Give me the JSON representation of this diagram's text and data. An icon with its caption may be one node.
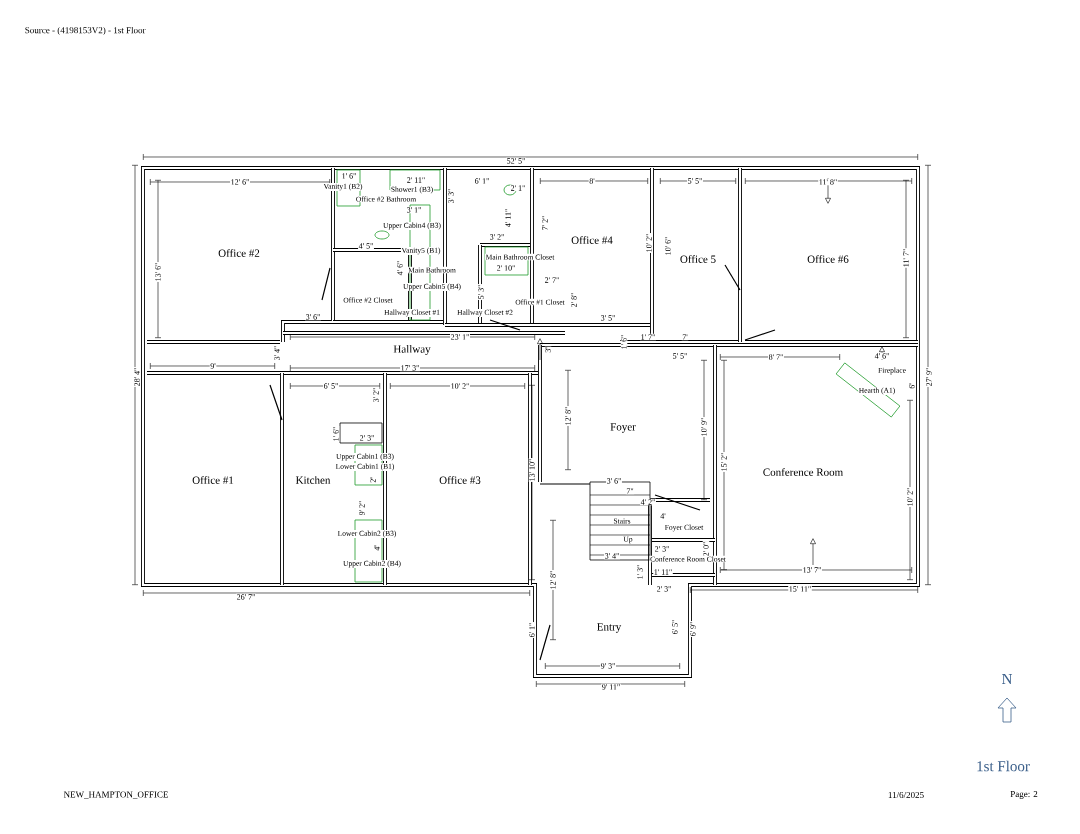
{
  "diagram": {
    "labels": [
      "Source - (4198153V2) - 1st Floor",
      "52' 5\"",
      "12' 6\"",
      "13' 6\"",
      "Office #2",
      "1' 6\"",
      "Vanity1 (B2)",
      "2' 11\"",
      "Shower1 (B3)",
      "Office #2 Bathroom",
      "3' 3\"",
      "3' 1\"",
      "Upper Cabin4 (B3)",
      "4' 5\"",
      "Vanity5 (B1)",
      "Main Bathroom",
      "Office #2 Closet",
      "Upper Cabin5 (B4)",
      "4' 6\"",
      "Hallway Closet #1",
      "3' 6\"",
      "6' 1\"",
      "2' 1\"",
      "4' 11\"",
      "3' 2\"",
      "Main Bathroom Closet",
      "2' 10\"",
      "2' 7\"",
      "5' 3\"",
      "Hallway Closet #2",
      "Office #1 Closet",
      "2' 8\"",
      "3' 5\"",
      "23' 1\"",
      "8'",
      "Office #4",
      "10' 2\"",
      "7' 2\"",
      "5' 5\"",
      "10' 6\"",
      "Office 5",
      "11' 8\"",
      "Office #6",
      "11' 7\"",
      "1' 6\"",
      "1' 7\"",
      "7'",
      "3' 4\"",
      "9'",
      "Hallway",
      "3'",
      "17' 3\"",
      "28' 4\"",
      "27' 9\"",
      "5' 5\"",
      "8' 7\"",
      "4' 6\"",
      "Fireplace",
      "6' 5\"",
      "3' 2\"",
      "10' 2\"",
      "Hearth (A1)",
      "6'",
      "1' 6\"",
      "2' 3\"",
      "12' 8\"",
      "Foyer",
      "10' 9\"",
      "Upper Cabin1 (B3)",
      "Lower Cabin1 (B1)",
      "2'",
      "Conference Room",
      "15' 2\"",
      "Office #1",
      "Kitchen",
      "Office #3",
      "13' 10\"",
      "3' 6\"",
      "7\"",
      "4' 2\"",
      "10' 2\"",
      "9' 2\"",
      "Stairs",
      "4'",
      "Foyer Closet",
      "Up",
      "Lower Cabin2 (B3)",
      "2' 3\"",
      "2' 0\"",
      "3' 4\"",
      "Conference Room Closet",
      "4'",
      "Upper Cabin2 (B4)",
      "1' 3\"",
      "1' 11\"",
      "13' 7\"",
      "12' 8\"",
      "26' 7\"",
      "2' 3\"",
      "15' 11\"",
      "6' 1\"",
      "Entry",
      "6' 5\"",
      "6' 9\"",
      "9' 3\"",
      "9' 11\"",
      "N",
      "1st Floor",
      "NEW_HAMPTON_OFFICE",
      "11/6/2025",
      "Page: 2"
    ]
  }
}
